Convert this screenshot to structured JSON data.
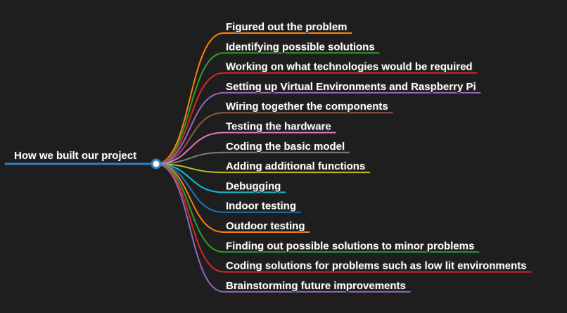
{
  "root": {
    "label": "How we built our project",
    "color": "#2f7fc1"
  },
  "branches": [
    {
      "label": "Figured out the problem",
      "color": "#ff7f0e"
    },
    {
      "label": "Identifying possible solutions",
      "color": "#2ca02c"
    },
    {
      "label": "Working on what technologies would be required",
      "color": "#d62728"
    },
    {
      "label": "Setting up Virtual Environments and Raspberry Pi",
      "color": "#9467bd"
    },
    {
      "label": "Wiring together the components",
      "color": "#8c564b"
    },
    {
      "label": "Testing the hardware",
      "color": "#e377c2"
    },
    {
      "label": "Coding the basic model",
      "color": "#7f7f7f"
    },
    {
      "label": "Adding additional functions",
      "color": "#bcbd22"
    },
    {
      "label": "Debugging",
      "color": "#17becf"
    },
    {
      "label": "Indoor testing",
      "color": "#1f77b4"
    },
    {
      "label": "Outdoor testing",
      "color": "#ff7f0e"
    },
    {
      "label": "Finding out possible solutions to minor problems",
      "color": "#2ca02c"
    },
    {
      "label": "Coding solutions for problems such as low lit environments",
      "color": "#d62728"
    },
    {
      "label": "Brainstorming future improvements",
      "color": "#9467bd"
    }
  ]
}
